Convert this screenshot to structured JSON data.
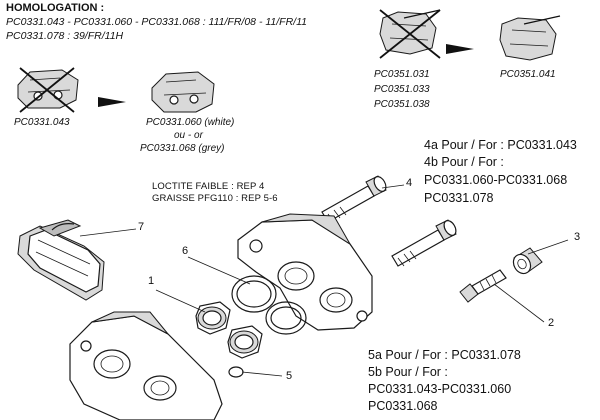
{
  "homologation": {
    "title": "HOMOLOGATION :",
    "line1": "PC0331.043 - PC0331.060 - PC0331.068 : 111/FR/08 - 11/FR/11",
    "line2": "PC0331.078 : 39/FR/11H"
  },
  "evolution_a": {
    "old_ref": "PC0331.043",
    "new_ref": "PC0331.060 (white)",
    "separator": "ou - or",
    "new_ref_alt": "PC0331.068 (grey)"
  },
  "evolution_b": {
    "old_refs": [
      "PC0351.031",
      "PC0351.033",
      "PC0351.038"
    ],
    "new_ref": "PC0351.041"
  },
  "notes": {
    "loctite": "LOCTITE FAIBLE : REP 4",
    "grease": "GRAISSE PFG110 : REP 5-6"
  },
  "fitment_4": {
    "line1": "4a Pour / For : PC0331.043",
    "line2": "4b Pour / For :",
    "line3": "PC0331.060-PC0331.068",
    "line4": "PC0331.078"
  },
  "fitment_5": {
    "line1": "5a Pour / For : PC0331.078",
    "line2": "5b Pour / For :",
    "line3": "PC0331.043-PC0331.060",
    "line4": "PC0331.068"
  },
  "callouts": [
    "1",
    "2",
    "3",
    "4",
    "5",
    "6",
    "7"
  ],
  "colors": {
    "ink": "#1a1a1a",
    "part_shade": "#d9d9d9",
    "arrow": "#111111"
  }
}
